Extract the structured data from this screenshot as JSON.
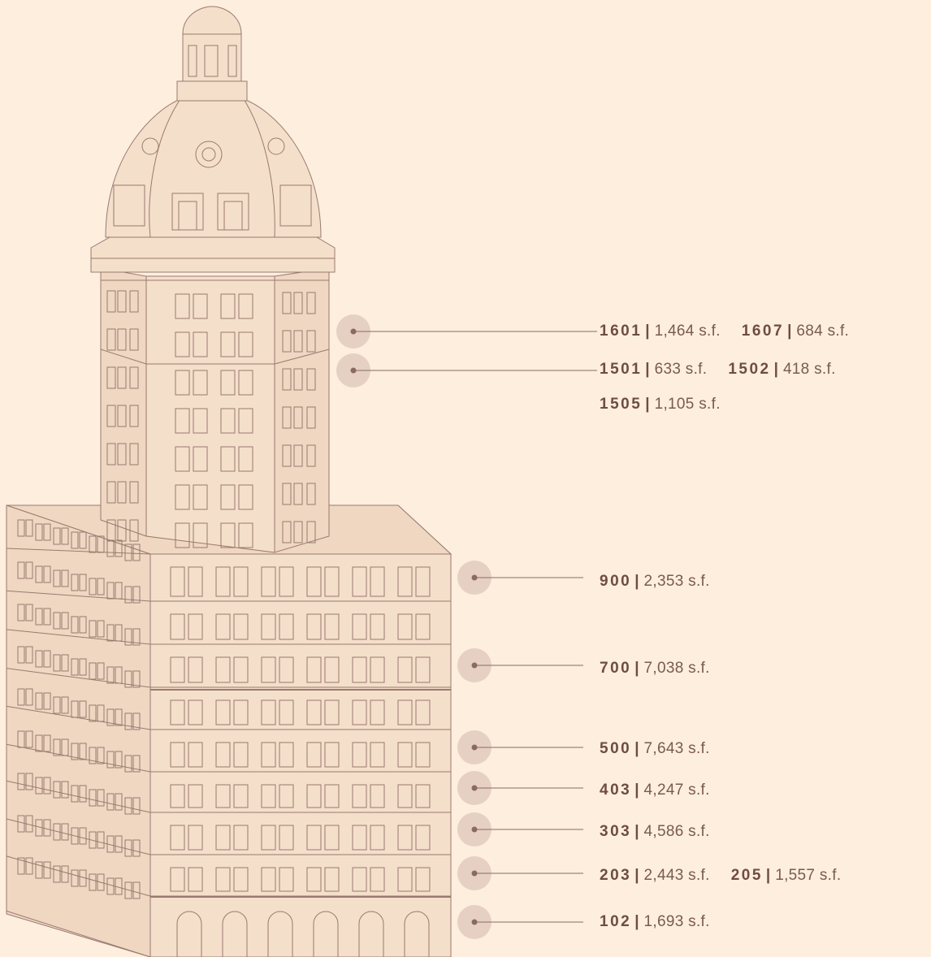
{
  "colors": {
    "background": "#fdeede",
    "building_fill": "#f4dfcb",
    "building_side": "#efd7c2",
    "outline": "#9a7a70",
    "marker_halo": "#e6d0c4",
    "marker_dot": "#8a6a62",
    "text": "#7a5a50"
  },
  "floors": [
    {
      "units": [
        {
          "number": "1601",
          "area": "1,464 s.f."
        },
        {
          "number": "1607",
          "area": "684 s.f."
        }
      ]
    },
    {
      "units": [
        {
          "number": "1501",
          "area": "633 s.f."
        },
        {
          "number": "1502",
          "area": "418 s.f."
        }
      ]
    },
    {
      "units": [
        {
          "number": "1505",
          "area": "1,105 s.f."
        }
      ]
    },
    {
      "units": [
        {
          "number": "900",
          "area": "2,353 s.f."
        }
      ]
    },
    {
      "units": [
        {
          "number": "700",
          "area": "7,038 s.f."
        }
      ]
    },
    {
      "units": [
        {
          "number": "500",
          "area": "7,643 s.f."
        }
      ]
    },
    {
      "units": [
        {
          "number": "403",
          "area": "4,247 s.f."
        }
      ]
    },
    {
      "units": [
        {
          "number": "303",
          "area": "4,586 s.f."
        }
      ]
    },
    {
      "units": [
        {
          "number": "203",
          "area": "2,443 s.f."
        },
        {
          "number": "205",
          "area": "1,557 s.f."
        }
      ]
    },
    {
      "units": [
        {
          "number": "102",
          "area": "1,693 s.f."
        }
      ]
    }
  ]
}
